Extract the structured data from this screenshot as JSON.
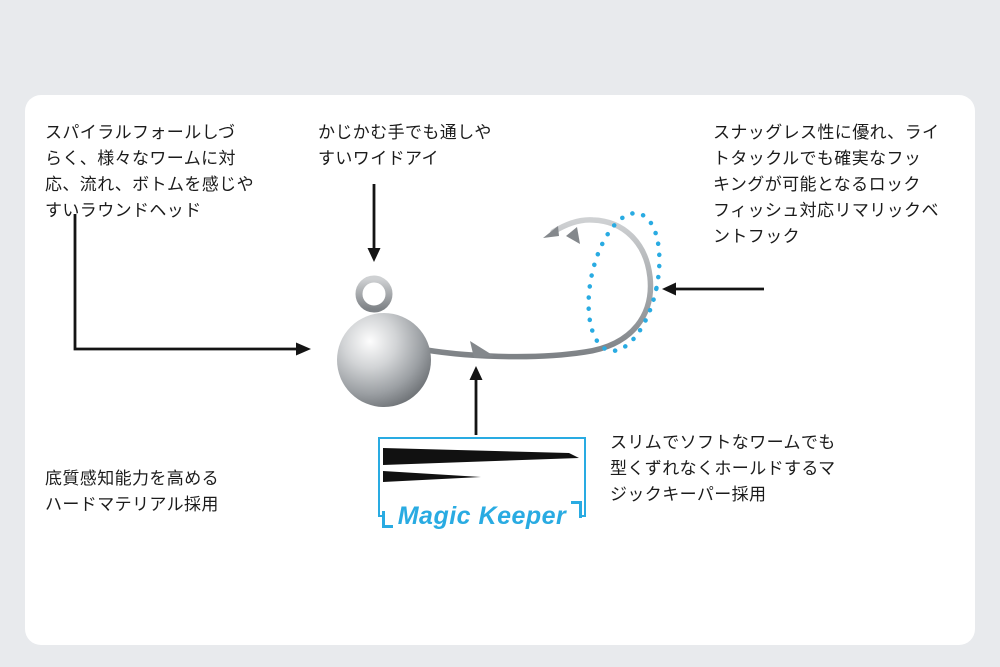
{
  "colors": {
    "accent_blue": "#29abe2",
    "arrow": "#141414",
    "text": "#1b1b1b",
    "metal_light": "#d2d4d6",
    "metal_dark": "#63676b"
  },
  "callouts": {
    "round_head": {
      "lines": [
        "スパイラルフォールしづ",
        "らく、様々なワームに対",
        "応、流れ、ボトムを感じや",
        "すいラウンドヘッド"
      ]
    },
    "wide_eye": {
      "lines": [
        "かじかむ手でも通しや",
        "すいワイドアイ"
      ]
    },
    "bent_hook": {
      "lines": [
        "スナッグレス性に優れ、ライ",
        "トタックルでも確実なフッ",
        "キングが可能となるロック",
        "フィッシュ対応リマリックベ",
        "ントフック"
      ]
    },
    "hard_material": {
      "lines": [
        "底質感知能力を高める",
        "ハードマテリアル採用"
      ]
    },
    "magic_keeper_desc": {
      "lines": [
        "スリムでソフトなワームでも",
        "型くずれなくホールドするマ",
        "ジックキーパー採用"
      ]
    }
  },
  "labels": {
    "magic_keeper": "Magic Keeper"
  }
}
